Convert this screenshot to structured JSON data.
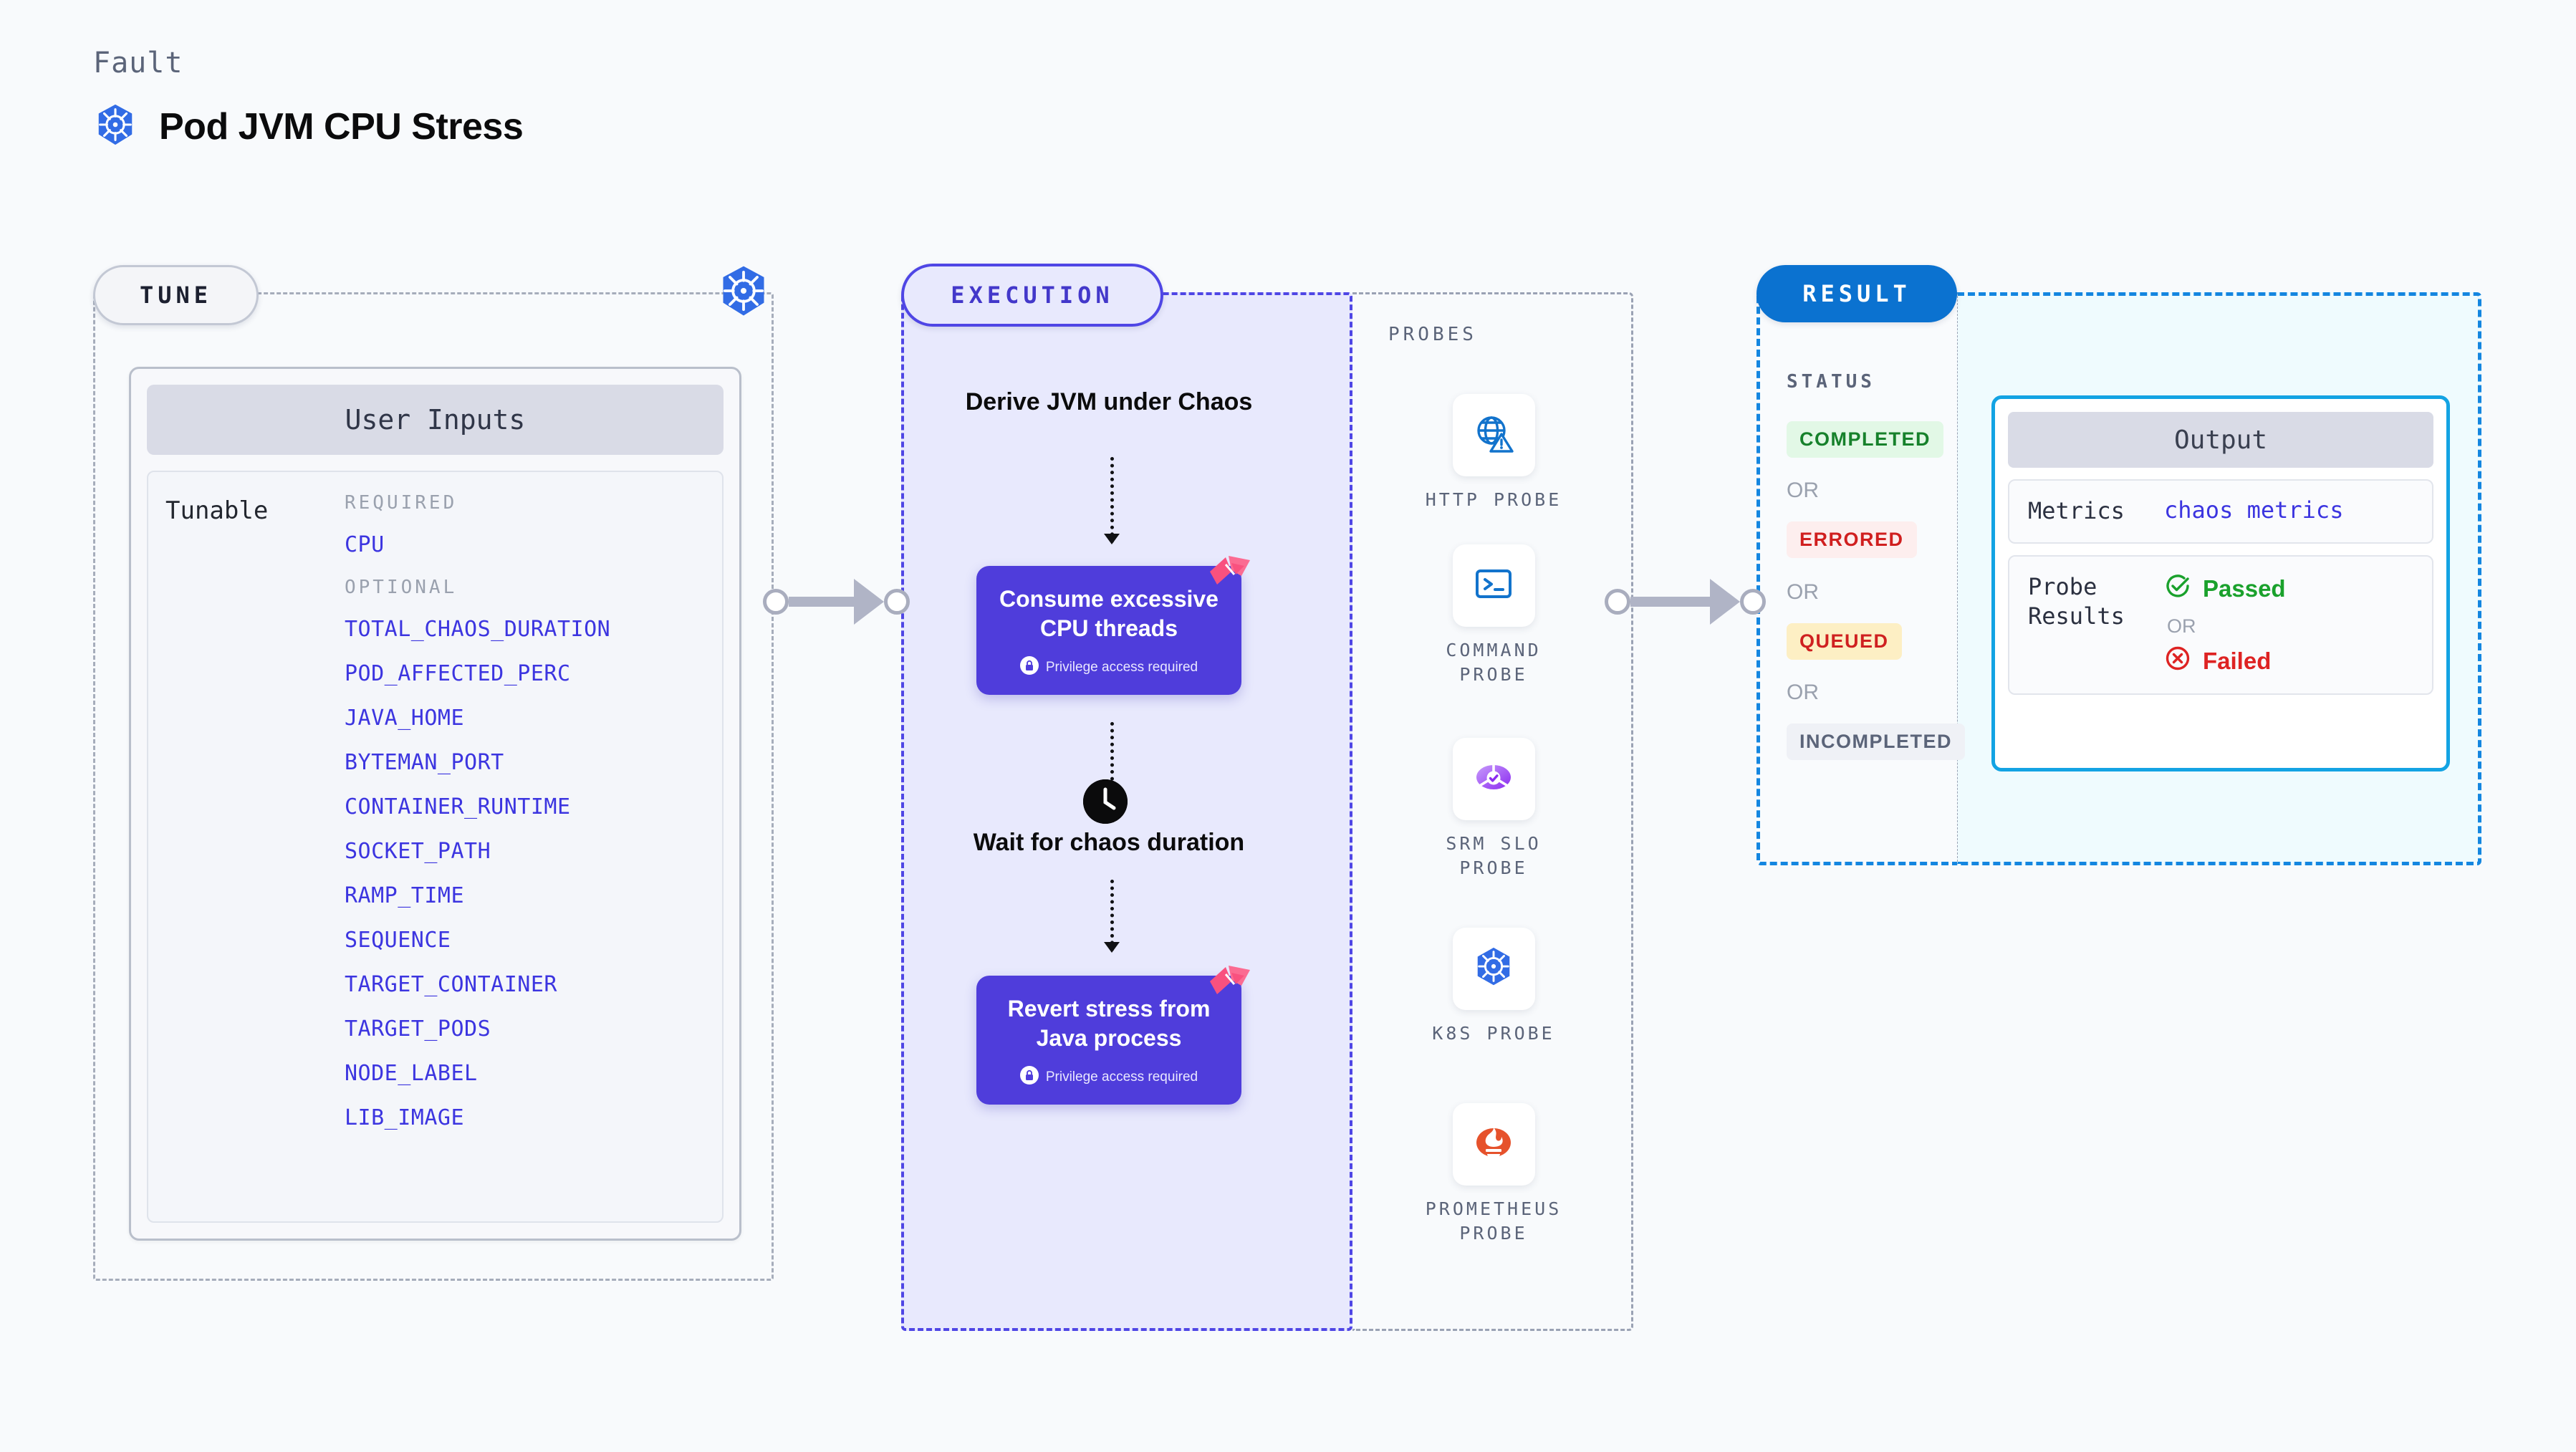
{
  "header": {
    "kicker": "Fault",
    "title": "Pod JVM CPU Stress",
    "icon": "kubernetes-icon"
  },
  "sections": {
    "tune": {
      "pill": "TUNE",
      "badge_icon": "kubernetes-icon"
    },
    "execution": {
      "pill": "EXECUTION"
    },
    "probes": {
      "title": "PROBES"
    },
    "result": {
      "pill": "RESULT",
      "status_title": "STATUS"
    }
  },
  "tune": {
    "card_title": "User Inputs",
    "tunable_label": "Tunable",
    "required_label": "REQUIRED",
    "optional_label": "OPTIONAL",
    "required": [
      "CPU"
    ],
    "optional": [
      "TOTAL_CHAOS_DURATION",
      "POD_AFFECTED_PERC",
      "JAVA_HOME",
      "BYTEMAN_PORT",
      "CONTAINER_RUNTIME",
      "SOCKET_PATH",
      "RAMP_TIME",
      "SEQUENCE",
      "TARGET_CONTAINER",
      "TARGET_PODS",
      "NODE_LABEL",
      "LIB_IMAGE"
    ]
  },
  "execution": {
    "step_derive": "Derive JVM under Chaos",
    "step_wait": "Wait for chaos duration",
    "privilege_note": "Privilege access required",
    "cards": [
      {
        "title": "Consume excessive CPU threads",
        "note": "Privilege access required",
        "flag_icon": "harness-flag-icon"
      },
      {
        "title": "Revert stress from Java process",
        "note": "Privilege access required",
        "flag_icon": "harness-flag-icon"
      }
    ],
    "wait_icon": "clock-icon"
  },
  "probes": [
    {
      "label": "HTTP PROBE",
      "icon": "globe-warning-icon"
    },
    {
      "label": "COMMAND PROBE",
      "icon": "terminal-icon"
    },
    {
      "label": "SRM SLO PROBE",
      "icon": "srm-slo-icon"
    },
    {
      "label": "K8S PROBE",
      "icon": "kubernetes-icon"
    },
    {
      "label": "PROMETHEUS PROBE",
      "icon": "prometheus-icon"
    }
  ],
  "result": {
    "statuses": [
      "COMPLETED",
      "ERRORED",
      "QUEUED",
      "INCOMPLETED"
    ],
    "or": "OR"
  },
  "output": {
    "title": "Output",
    "metrics_key": "Metrics",
    "metrics_value": "chaos metrics",
    "probe_results_key": "Probe Results",
    "passed": "Passed",
    "failed": "Failed",
    "or": "OR",
    "passed_icon": "check-circle-icon",
    "failed_icon": "x-circle-icon"
  },
  "colors": {
    "accent_indigo": "#4f46e5",
    "card_indigo": "#4f3ddb",
    "result_blue": "#0b72d0",
    "output_cyan": "#13a3e3",
    "param_blue": "#3c35e0",
    "passed_green": "#1aa12c",
    "failed_red": "#de2323",
    "flag_pink": "#f9517f"
  }
}
